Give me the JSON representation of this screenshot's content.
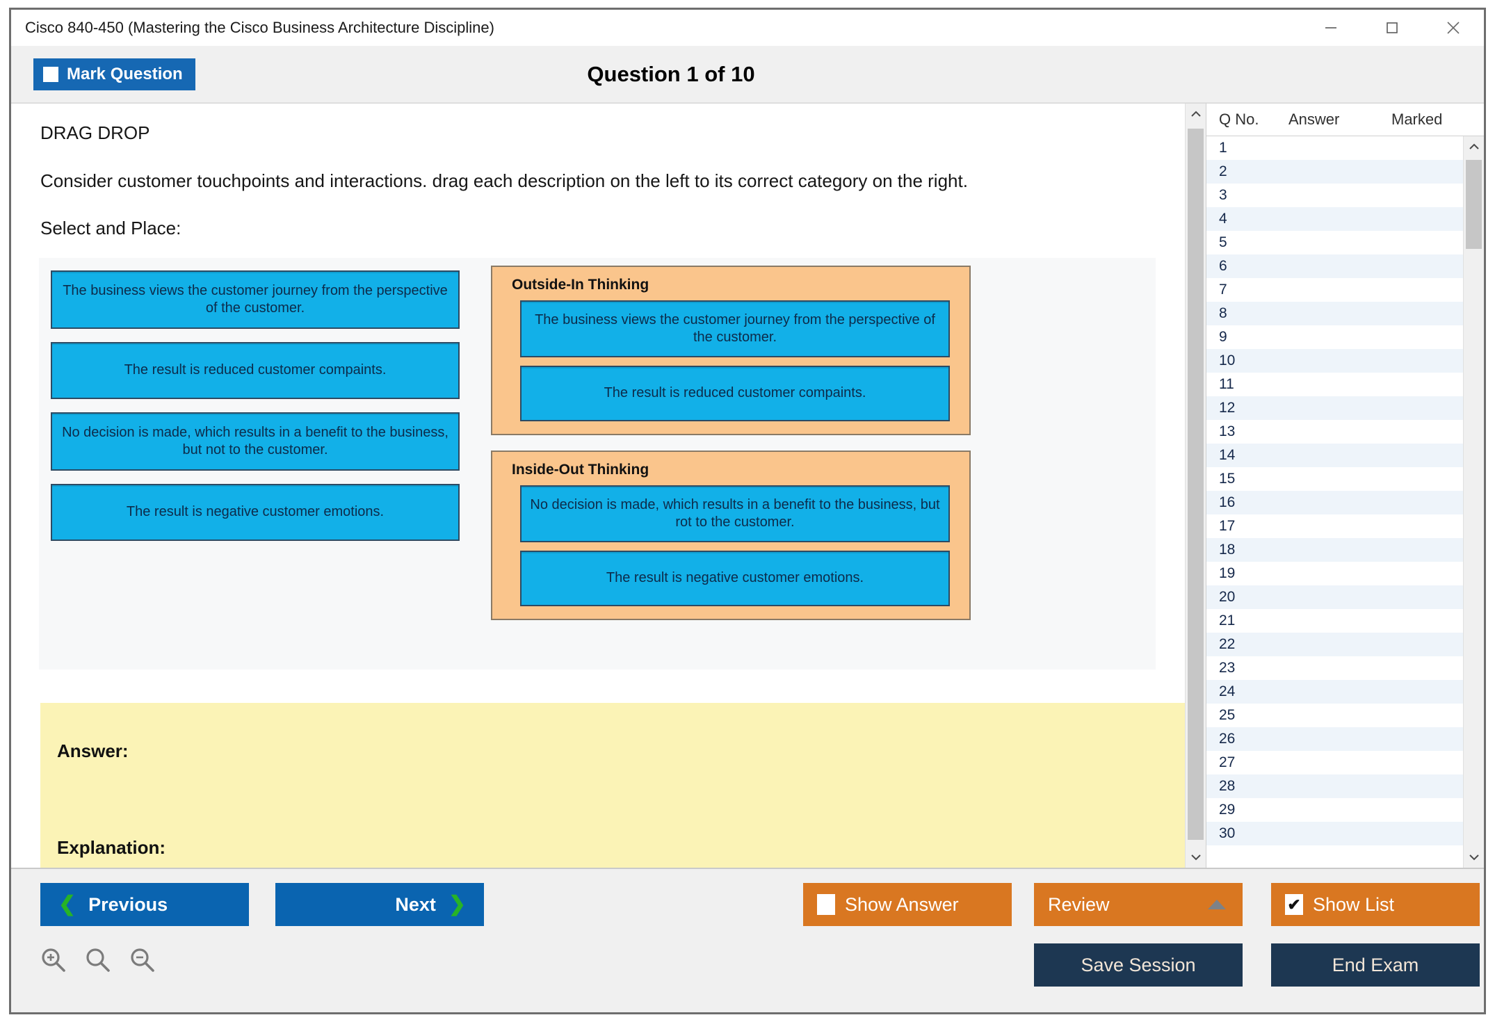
{
  "window": {
    "title": "Cisco 840-450 (Mastering the Cisco Business Architecture Discipline)",
    "minimize_label": "minimize",
    "maximize_label": "maximize",
    "close_label": "close"
  },
  "header": {
    "mark_question_label": "Mark Question",
    "mark_question_checked": false,
    "question_counter": "Question 1 of 10"
  },
  "question": {
    "type_label": "DRAG DROP",
    "prompt": "Consider customer touchpoints and interactions. drag each description on the left to its correct category on the right.",
    "instruction": "Select and Place:"
  },
  "drag_drop": {
    "source_items": [
      "The business views the customer journey from the perspective of the customer.",
      "The result is reduced customer compaints.",
      "No decision is made, which results in a benefit to the business, but not to the customer.",
      "The result is negative customer emotions."
    ],
    "categories": [
      {
        "title": "Outside-In Thinking",
        "items": [
          "The business views the customer journey from the perspective of the customer.",
          "The result is reduced customer compaints."
        ]
      },
      {
        "title": "Inside-Out Thinking",
        "items": [
          "No decision is made, which results in a benefit to the business, but rot to the customer.",
          "The result is negative customer emotions."
        ]
      }
    ],
    "colors": {
      "item_fill": "#12b0e8",
      "category_fill": "#fac58c",
      "canvas_fill": "#f7f8f9"
    }
  },
  "answer_panel": {
    "answer_label": "Answer:",
    "explanation_label": "Explanation:",
    "background": "#fbf3b6"
  },
  "question_list": {
    "columns": [
      "Q No.",
      "Answer",
      "Marked"
    ],
    "rows": [
      {
        "no": "1",
        "answer": "",
        "marked": ""
      },
      {
        "no": "2",
        "answer": "",
        "marked": ""
      },
      {
        "no": "3",
        "answer": "",
        "marked": ""
      },
      {
        "no": "4",
        "answer": "",
        "marked": ""
      },
      {
        "no": "5",
        "answer": "",
        "marked": ""
      },
      {
        "no": "6",
        "answer": "",
        "marked": ""
      },
      {
        "no": "7",
        "answer": "",
        "marked": ""
      },
      {
        "no": "8",
        "answer": "",
        "marked": ""
      },
      {
        "no": "9",
        "answer": "",
        "marked": ""
      },
      {
        "no": "10",
        "answer": "",
        "marked": ""
      },
      {
        "no": "11",
        "answer": "",
        "marked": ""
      },
      {
        "no": "12",
        "answer": "",
        "marked": ""
      },
      {
        "no": "13",
        "answer": "",
        "marked": ""
      },
      {
        "no": "14",
        "answer": "",
        "marked": ""
      },
      {
        "no": "15",
        "answer": "",
        "marked": ""
      },
      {
        "no": "16",
        "answer": "",
        "marked": ""
      },
      {
        "no": "17",
        "answer": "",
        "marked": ""
      },
      {
        "no": "18",
        "answer": "",
        "marked": ""
      },
      {
        "no": "19",
        "answer": "",
        "marked": ""
      },
      {
        "no": "20",
        "answer": "",
        "marked": ""
      },
      {
        "no": "21",
        "answer": "",
        "marked": ""
      },
      {
        "no": "22",
        "answer": "",
        "marked": ""
      },
      {
        "no": "23",
        "answer": "",
        "marked": ""
      },
      {
        "no": "24",
        "answer": "",
        "marked": ""
      },
      {
        "no": "25",
        "answer": "",
        "marked": ""
      },
      {
        "no": "26",
        "answer": "",
        "marked": ""
      },
      {
        "no": "27",
        "answer": "",
        "marked": ""
      },
      {
        "no": "28",
        "answer": "",
        "marked": ""
      },
      {
        "no": "29",
        "answer": "",
        "marked": ""
      },
      {
        "no": "30",
        "answer": "",
        "marked": ""
      }
    ]
  },
  "toolbar": {
    "previous_label": "Previous",
    "next_label": "Next",
    "show_answer_label": "Show Answer",
    "show_answer_checked": false,
    "review_label": "Review",
    "show_list_label": "Show List",
    "show_list_checked": true,
    "show_list_check_glyph": "✔",
    "save_session_label": "Save Session",
    "end_exam_label": "End Exam",
    "zoom_in_label": "zoom-in",
    "zoom_reset_label": "zoom-reset",
    "zoom_out_label": "zoom-out",
    "colors": {
      "primary_blue": "#0a64b0",
      "orange": "#d97721",
      "navy": "#1d3752",
      "chevron_green": "#27b327"
    }
  }
}
